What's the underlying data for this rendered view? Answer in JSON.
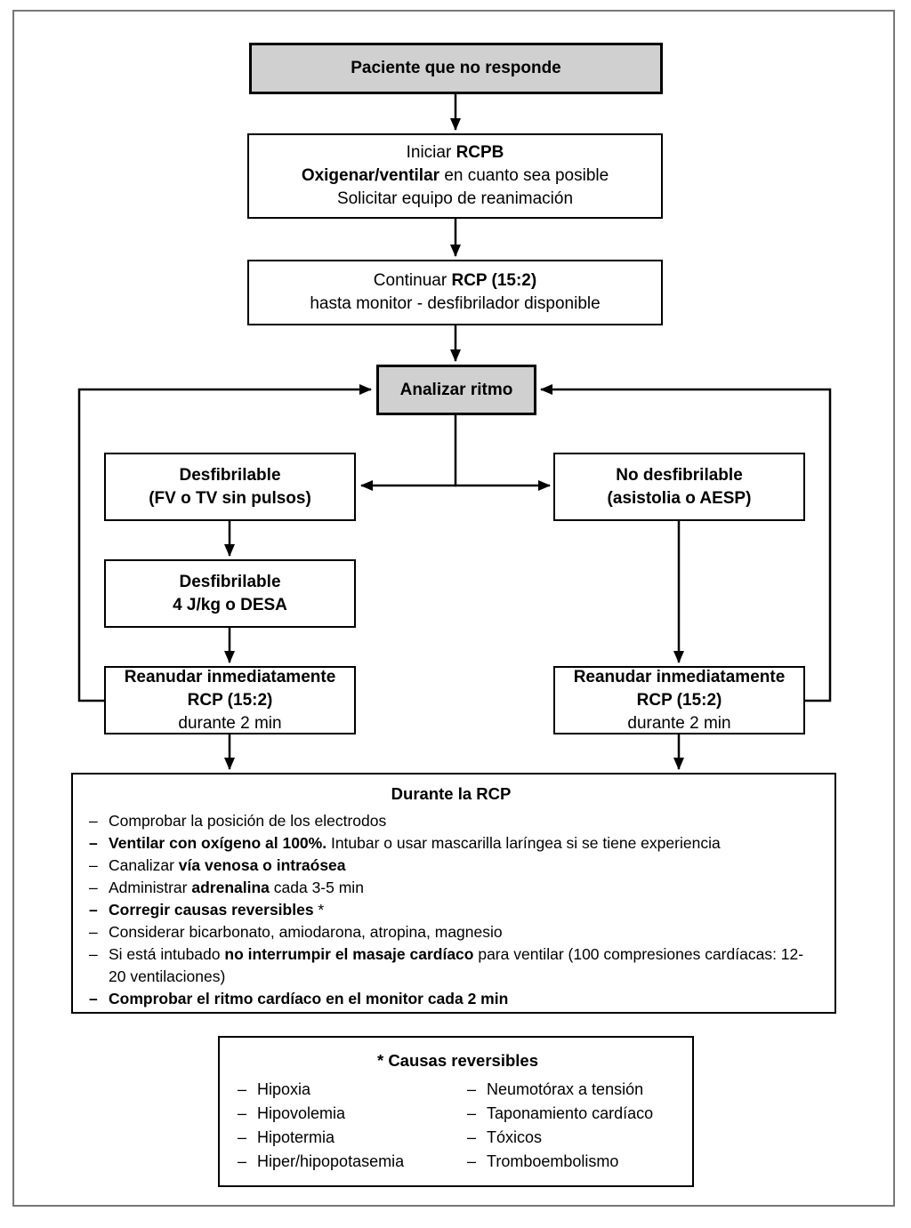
{
  "colors": {
    "node_fill_gray": "#d0d0d0",
    "node_border": "#000000",
    "frame_border": "#777777",
    "background": "#ffffff"
  },
  "nodes": {
    "paciente": {
      "lines": [
        [
          {
            "t": "Paciente que no responde",
            "b": true
          }
        ]
      ]
    },
    "iniciar": {
      "lines": [
        [
          {
            "t": "Iniciar ",
            "b": false
          },
          {
            "t": "RCPB",
            "b": true
          }
        ],
        [
          {
            "t": "Oxigenar/ventilar",
            "b": true
          },
          {
            "t": " en cuanto sea posible",
            "b": false
          }
        ],
        [
          {
            "t": "Solicitar equipo de reanimación",
            "b": false
          }
        ]
      ]
    },
    "continuar": {
      "lines": [
        [
          {
            "t": "Continuar ",
            "b": false
          },
          {
            "t": "RCP (15:2)",
            "b": true
          }
        ],
        [
          {
            "t": "hasta monitor - desfibrilador disponible",
            "b": false
          }
        ]
      ]
    },
    "analizar": {
      "lines": [
        [
          {
            "t": "Analizar ritmo",
            "b": true
          }
        ]
      ]
    },
    "desfibrilable": {
      "lines": [
        [
          {
            "t": "Desfibrilable",
            "b": true
          }
        ],
        [
          {
            "t": "(FV o TV sin pulsos)",
            "b": true
          }
        ]
      ]
    },
    "no_desfibrilable": {
      "lines": [
        [
          {
            "t": "No desfibrilable",
            "b": true
          }
        ],
        [
          {
            "t": "(asistolia o AESP)",
            "b": true
          }
        ]
      ]
    },
    "descarga": {
      "lines": [
        [
          {
            "t": "Desfibrilable",
            "b": true
          }
        ],
        [
          {
            "t": "4 J/kg o DESA",
            "b": true
          }
        ]
      ]
    },
    "reanudar_izq": {
      "lines": [
        [
          {
            "t": "Reanudar inmediatamente",
            "b": true
          }
        ],
        [
          {
            "t": "RCP (15:2)",
            "b": true
          }
        ],
        [
          {
            "t": "durante 2 min",
            "b": false
          }
        ]
      ]
    },
    "reanudar_der": {
      "lines": [
        [
          {
            "t": "Reanudar inmediatamente",
            "b": true
          }
        ],
        [
          {
            "t": "RCP (15:2)",
            "b": true
          }
        ],
        [
          {
            "t": "durante 2 min",
            "b": false
          }
        ]
      ]
    },
    "durante": {
      "title": "Durante la RCP",
      "items": [
        {
          "d": "–",
          "db": false,
          "segs": [
            {
              "t": "Comprobar la posición de los electrodos",
              "b": false
            }
          ]
        },
        {
          "d": "–",
          "db": true,
          "segs": [
            {
              "t": "Ventilar con oxígeno al 100%.",
              "b": true
            },
            {
              "t": " Intubar o usar mascarilla laríngea si se tiene experiencia",
              "b": false
            }
          ]
        },
        {
          "d": "–",
          "db": false,
          "segs": [
            {
              "t": "Canalizar ",
              "b": false
            },
            {
              "t": "vía venosa o intraósea",
              "b": true
            }
          ]
        },
        {
          "d": "–",
          "db": false,
          "segs": [
            {
              "t": "Administrar ",
              "b": false
            },
            {
              "t": "adrenalina",
              "b": true
            },
            {
              "t": " cada 3-5 min",
              "b": false
            }
          ]
        },
        {
          "d": "–",
          "db": true,
          "segs": [
            {
              "t": "Corregir causas reversibles",
              "b": true
            },
            {
              "t": " *",
              "b": false
            }
          ]
        },
        {
          "d": "–",
          "db": false,
          "segs": [
            {
              "t": "Considerar bicarbonato, amiodarona, atropina, magnesio",
              "b": false
            }
          ]
        },
        {
          "d": "–",
          "db": false,
          "segs": [
            {
              "t": "Si está intubado ",
              "b": false
            },
            {
              "t": "no interrumpir el masaje cardíaco",
              "b": true
            },
            {
              "t": " para ventilar (100 compresiones cardíacas: 12-20 ventilaciones)",
              "b": false
            }
          ]
        },
        {
          "d": "–",
          "db": true,
          "segs": [
            {
              "t": "Comprobar el ritmo cardíaco en el monitor cada 2 min",
              "b": true
            }
          ]
        }
      ]
    },
    "causas": {
      "title": "* Causas reversibles",
      "col1": [
        {
          "d": "–",
          "db": false,
          "segs": [
            {
              "t": "Hipoxia",
              "b": false
            }
          ]
        },
        {
          "d": "–",
          "db": false,
          "segs": [
            {
              "t": "Hipovolemia",
              "b": false
            }
          ]
        },
        {
          "d": "–",
          "db": false,
          "segs": [
            {
              "t": "Hipotermia",
              "b": false
            }
          ]
        },
        {
          "d": "–",
          "db": false,
          "segs": [
            {
              "t": "Hiper/hipopotasemia",
              "b": false
            }
          ]
        }
      ],
      "col2": [
        {
          "d": "–",
          "db": false,
          "segs": [
            {
              "t": "Neumotórax a tensión",
              "b": false
            }
          ]
        },
        {
          "d": "–",
          "db": false,
          "segs": [
            {
              "t": "Taponamiento cardíaco",
              "b": false
            }
          ]
        },
        {
          "d": "–",
          "db": false,
          "segs": [
            {
              "t": "Tóxicos",
              "b": false
            }
          ]
        },
        {
          "d": "–",
          "db": false,
          "segs": [
            {
              "t": "Tromboembolismo",
              "b": false
            }
          ]
        }
      ]
    }
  }
}
